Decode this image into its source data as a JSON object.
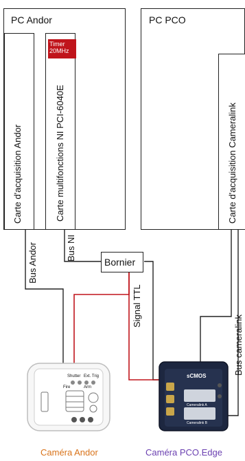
{
  "pc_andor": {
    "title": "PC Andor",
    "card_acquisition": "Carte d'acquisition Andor",
    "card_multifunction": "Carte multifonctions NI PCI-6040E",
    "timer_line1": "Timer",
    "timer_line2": "20MHz"
  },
  "pc_pco": {
    "title": "PC PCO",
    "card_acquisition": "Carte d'acquisition Cameralink"
  },
  "bornier": {
    "label": "Bornier"
  },
  "connections": {
    "bus_andor": "Bus Andor",
    "bus_ni": "Bus NI",
    "signal_ttl": "Signal TTL",
    "bus_cameralink": "Bus cameralink"
  },
  "camera_andor": {
    "caption": "Caméra Andor",
    "label_shutter": "Shutter",
    "label_ext_trig": "Ext. Trig",
    "label_fire": "Fire",
    "label_arm": "Arm"
  },
  "camera_pco": {
    "caption": "Caméra PCO.Edge",
    "label_scmos": "sCMOS",
    "label_link_a": "Cameralink A",
    "label_link_b": "Cameralink B"
  },
  "colors": {
    "signal_ttl": "#c0141b",
    "caption_andor": "#d9731a",
    "caption_pco": "#6a3fb0",
    "wire": "#222222"
  }
}
